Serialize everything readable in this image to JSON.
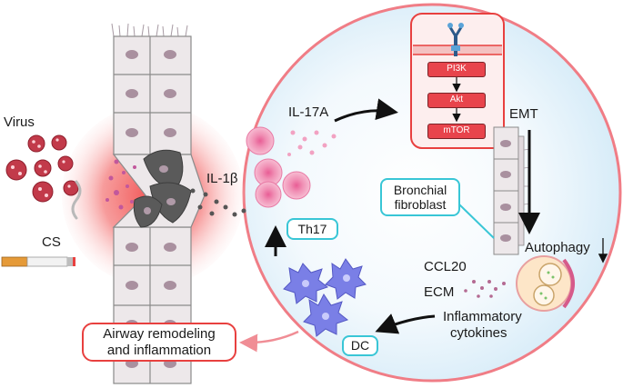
{
  "labels": {
    "virus": "Virus",
    "cs": "CS",
    "il1b": "IL-1β",
    "il17a": "IL-17A",
    "emt": "EMT",
    "autophagy": "Autophagy",
    "ccl20": "CCL20",
    "ecm": "ECM",
    "inflammatory_cytokines": [
      "Inflammatory",
      "cytokines"
    ]
  },
  "boxes": {
    "th17": "Th17",
    "dc": "DC",
    "bronchial_fibroblast": [
      "Bronchial",
      "fibroblast"
    ],
    "airway_remodeling": [
      "Airway remodeling",
      "and inflammation"
    ]
  },
  "pathway": [
    "PI3K",
    "Akt",
    "mTOR"
  ],
  "colors": {
    "accent_cyan": "#39c6d6",
    "accent_red": "#e8403f",
    "pathway_red": "#e8444c",
    "th17_pink": "#f08fb4",
    "dc_purple": "#7a7fe6",
    "fibroblast_gray": "#5a5a5a",
    "epithelium_gray": "#ede8ea"
  },
  "icons": [
    "virus-icon",
    "cigarette-icon",
    "receptor-icon",
    "th17-cell-icon",
    "dendritic-cell-icon",
    "autophagosome-icon"
  ]
}
